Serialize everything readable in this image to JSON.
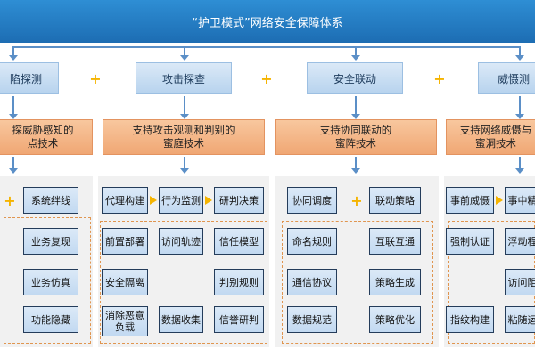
{
  "title": "“护卫模式”网络安全保障体系",
  "capabilities": [
    "陷探测",
    "攻击探查",
    "安全联动",
    "威慑测"
  ],
  "techniques": [
    "探威胁感知的\n点技术",
    "支持攻击观测和判别的\n蜜庭技术",
    "支持协同联动的\n蜜阵技术",
    "支持网络威慑与\n蜜洞技术"
  ],
  "plus_symbol": "+",
  "colors": {
    "banner": "#1d6db3",
    "capability": "#c2d9f1",
    "technique": "#f0a774",
    "plus": "#f5b400",
    "node_border": "#243c5a"
  },
  "col1": {
    "nodes": [
      "系统绊线",
      "业务复现",
      "业务仿真",
      "功能隐藏"
    ]
  },
  "col2": {
    "nodes": [
      "代理构建",
      "行为监测",
      "研判决策",
      "前置部署",
      "访问轨迹",
      "信任模型",
      "安全隔离",
      "判别规则",
      "消除恶意\n负载",
      "数据收集",
      "信誉研判"
    ]
  },
  "col3": {
    "nodes": [
      "协同调度",
      "联动策略",
      "命名规则",
      "互联互通",
      "通信协议",
      "策略生成",
      "数据规范",
      "策略优化"
    ]
  },
  "col4": {
    "nodes": [
      "事前威慑",
      "事中精",
      "强制认证",
      "浮动程",
      "访问阻",
      "指纹构建",
      "粘随运"
    ]
  }
}
